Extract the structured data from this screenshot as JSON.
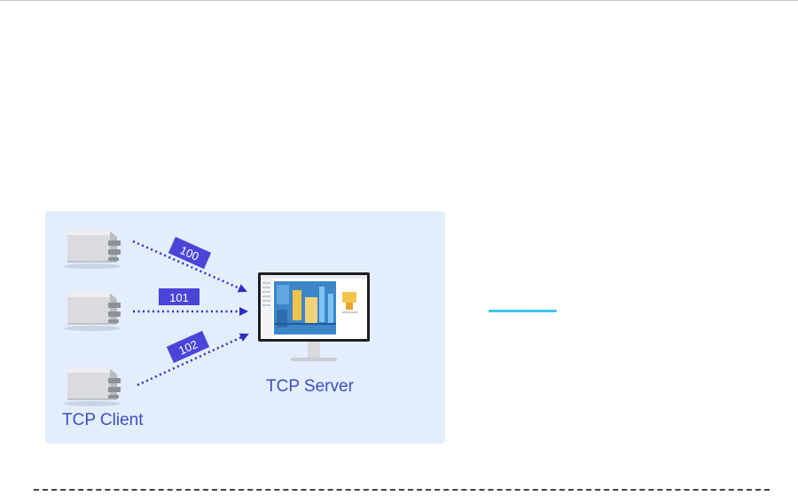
{
  "diagram": {
    "server_label": "TCP Server",
    "client_label": "TCP Client",
    "connections": [
      {
        "id": "100"
      },
      {
        "id": "101"
      },
      {
        "id": "102"
      }
    ]
  },
  "colors": {
    "panel_background": "#e3edfc",
    "label_text": "#3c4ec8",
    "flow_arrow": "#2b2fc4",
    "tag_fill": "#4a45d8",
    "accent_line": "#3cc8ee"
  }
}
